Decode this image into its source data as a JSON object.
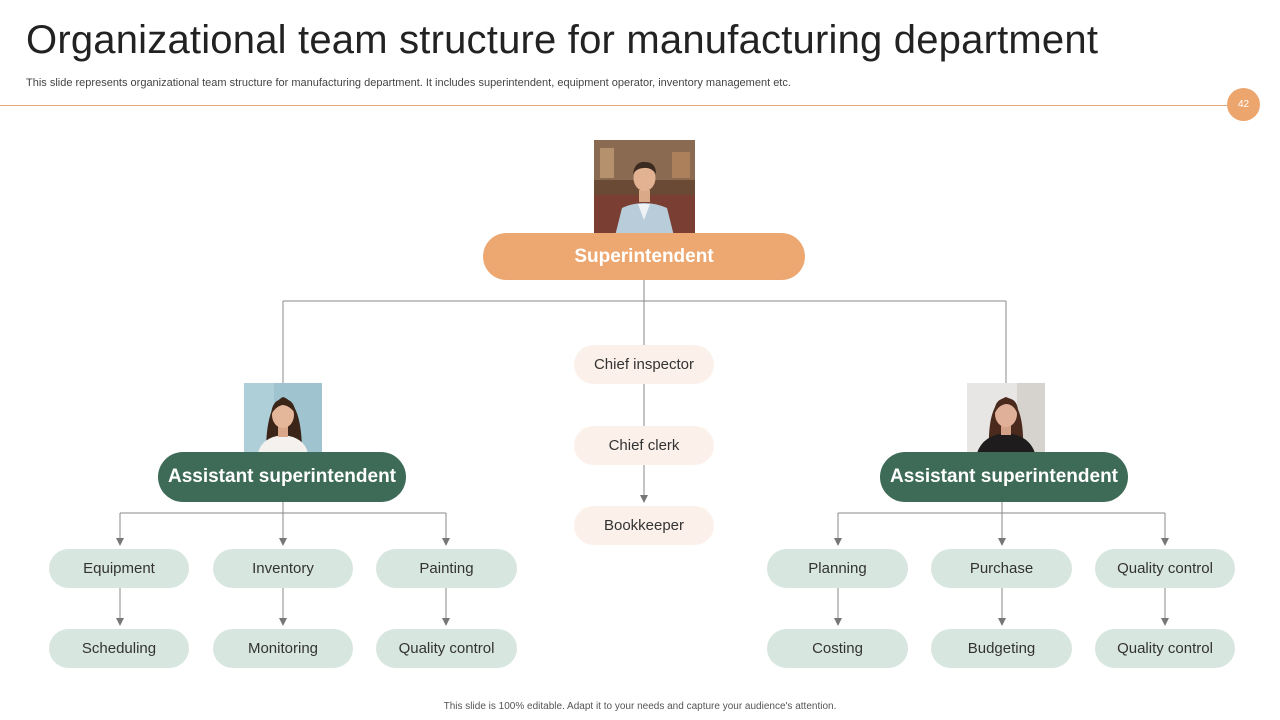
{
  "header": {
    "title": "Organizational team structure for manufacturing department",
    "subtitle": "This slide represents organizational team structure for manufacturing department. It includes superintendent, equipment operator, inventory management etc.",
    "page_number": "42"
  },
  "chart": {
    "top": {
      "label": "Superintendent",
      "photo": "man-portrait"
    },
    "center_chain": [
      "Chief inspector",
      "Chief clerk",
      "Bookkeeper"
    ],
    "left": {
      "label": "Assistant superintendent",
      "photo": "woman-portrait",
      "columns": [
        {
          "top": "Equipment",
          "bottom": "Scheduling"
        },
        {
          "top": "Inventory",
          "bottom": "Monitoring"
        },
        {
          "top": "Painting",
          "bottom": "Quality control"
        }
      ]
    },
    "right": {
      "label": "Assistant superintendent",
      "photo": "woman-portrait",
      "columns": [
        {
          "top": "Planning",
          "bottom": "Costing"
        },
        {
          "top": "Purchase",
          "bottom": "Budgeting"
        },
        {
          "top": "Quality control",
          "bottom": "Quality control"
        }
      ]
    }
  },
  "footer": {
    "text": "This slide is 100% editable. Adapt it to your needs and capture your audience's attention."
  },
  "colors": {
    "accent_orange": "#EDA872",
    "dark_green": "#3E6B58",
    "light_green": "#D8E6E0",
    "light_peach": "#FBF1EA",
    "connector": "#777777"
  }
}
